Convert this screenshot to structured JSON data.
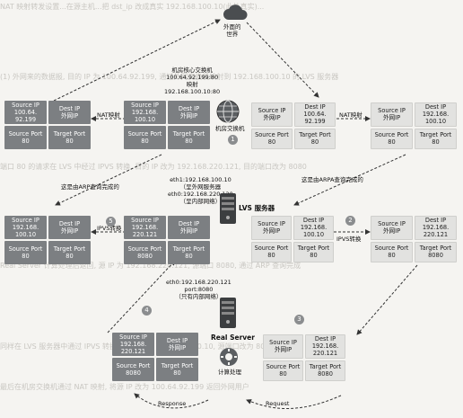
{
  "background_text": [
    "NAT 映射转发设置...在源主机...把 dst_ip 改成真实 192.168.100.10(此处真实)...",
    "(1) 外网来的数据报, 目的 IP 为 100.64.92.199, 通过外网交换机映射到 192.168.100.10 的 LVS 服务器",
    "端口 80 的请求在 LVS 中经过 IPVS 转换, 目的 IP 改为 192.168.220.121, 目的端口改为 8080",
    "Real Server 计算处理后返回, 源 IP 为 192.168.220.121, 源端口 8080, 通过 ARP 查询完成",
    "同样在 LVS 服务器中通过 IPVS 转换, 源 IP 改为 192.168.100.10, 源端口改为 80 后发出",
    "最后在机房交换机通过 NAT 映射, 将源 IP 改为 100.64.92.199 返回外网用户"
  ],
  "cloud": {
    "label_line1": "外面的",
    "label_line2": "世界"
  },
  "core_switch": {
    "title": "机房核心交换机",
    "ip": "100.64.92.199:80",
    "map_label": "映射",
    "internal": "192.168.100.10:80",
    "name": "机房交换机"
  },
  "lvs": {
    "eth1": "eth1:192.168.100.10",
    "eth1_note": "（呈外网服务器",
    "eth0": "eth0:192.168.220.120",
    "eth0_note": "（呈内部网络）",
    "name": "LVS 服务器"
  },
  "real_server": {
    "eth0": "eth0:192.168.220.121",
    "port": "port:8080",
    "note": "（只有内部网络）",
    "name": "Real Server",
    "process": "计算处理"
  },
  "edges": {
    "nat_left": "NAT映射",
    "nat_right": "NAT映射",
    "ipvs_left": "IPVS转换",
    "ipvs_right": "IPVS转换",
    "arp_left": "这是由ARP查询完成的",
    "arp_right": "这是由ARPA查询完成的",
    "response": "Response",
    "request": "Request"
  },
  "steps": [
    "1",
    "2",
    "3",
    "4",
    "5"
  ],
  "packets": {
    "top_left_outer": {
      "c1": "Source IP",
      "c1b": "100.64.",
      "c1c": "92.199",
      "c2": "Dest IP",
      "c2b": "外网IP",
      "c3": "Source Port",
      "c3b": "80",
      "c4": "Target Port",
      "c4b": "80"
    },
    "top_left_inner": {
      "c1": "Source IP",
      "c1b": "192.168.",
      "c1c": "100.10",
      "c2": "Dest IP",
      "c2b": "外网IP",
      "c3": "Source Port",
      "c3b": "80",
      "c4": "Target Port",
      "c4b": "80"
    },
    "top_right_inner": {
      "c1": "Source IP",
      "c1b": "外网IP",
      "c1c": "",
      "c2": "Dest IP",
      "c2b": "100.64.",
      "c2c": "92.199",
      "c3": "Source Port",
      "c3b": "80",
      "c4": "Target Port",
      "c4b": "80"
    },
    "top_right_outer": {
      "c1": "Source IP",
      "c1b": "外网IP",
      "c1c": "",
      "c2": "Dest IP",
      "c2b": "192.168.",
      "c2c": "100.10",
      "c3": "Source Port",
      "c3b": "80",
      "c4": "Target Port",
      "c4b": "80"
    },
    "mid_left_outer": {
      "c1": "Source IP",
      "c1b": "192.168.",
      "c1c": "100.10",
      "c2": "Dest IP",
      "c2b": "外网IP",
      "c3": "Source Port",
      "c3b": "80",
      "c4": "Target Port",
      "c4b": "80"
    },
    "mid_left_inner": {
      "c1": "Source IP",
      "c1b": "192.168.",
      "c1c": "220.121",
      "c2": "Dest IP",
      "c2b": "外网IP",
      "c3": "Source Port",
      "c3b": "8080",
      "c4": "Target Port",
      "c4b": "80"
    },
    "mid_right_inner": {
      "c1": "Source IP",
      "c1b": "外网IP",
      "c1c": "",
      "c2": "Dest IP",
      "c2b": "192.168.",
      "c2c": "100.10",
      "c3": "Source Port",
      "c3b": "80",
      "c4": "Target Port",
      "c4b": "80"
    },
    "mid_right_outer": {
      "c1": "Source IP",
      "c1b": "外网IP",
      "c1c": "",
      "c2": "Dest IP",
      "c2b": "192.168.",
      "c2c": "220.121",
      "c3": "Source Port",
      "c3b": "80",
      "c4": "Target Port",
      "c4b": "8080"
    },
    "bottom_left": {
      "c1": "Source IP",
      "c1b": "192.168.",
      "c1c": "220.121",
      "c2": "Dest IP",
      "c2b": "外网IP",
      "c3": "Source Port",
      "c3b": "8080",
      "c4": "Target Port",
      "c4b": "80"
    },
    "bottom_right": {
      "c1": "Source IP",
      "c1b": "外网IP",
      "c1c": "",
      "c2": "Dest IP",
      "c2b": "192.168.",
      "c2c": "220.121",
      "c3": "Source Port",
      "c3b": "80",
      "c4": "Target Port",
      "c4b": "8080"
    }
  }
}
